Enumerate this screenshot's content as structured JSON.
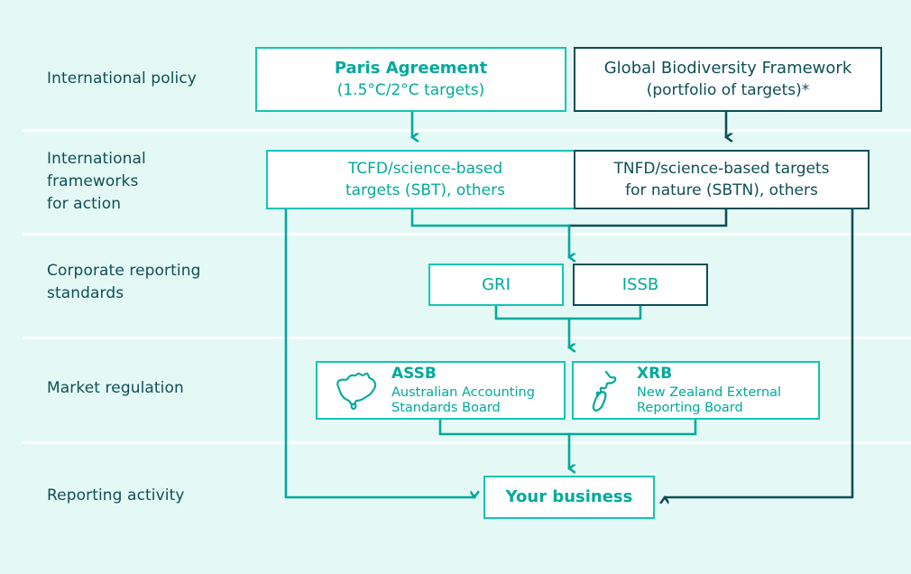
{
  "diagram": {
    "background": "#e4f9f5",
    "accent_teal": "#14c4b4",
    "accent_teal_dark": "#00a99d",
    "accent_navy": "#0d4f56",
    "rows": [
      {
        "id": "international-policy",
        "label": "International policy"
      },
      {
        "id": "international-frameworks",
        "label": "International\nframeworks\nfor action"
      },
      {
        "id": "corporate-reporting",
        "label": "Corporate reporting\nstandards"
      },
      {
        "id": "market-regulation",
        "label": "Market regulation"
      },
      {
        "id": "reporting-activity",
        "label": "Reporting activity"
      }
    ],
    "nodes": {
      "paris": {
        "title": "Paris Agreement",
        "subtitle": "(1.5°C/2°C targets)"
      },
      "gbf": {
        "title": "Global Biodiversity Framework",
        "subtitle": "(portfolio of targets)*"
      },
      "tcfd": {
        "line1": "TCFD/science-based",
        "line2": "targets (SBT), others"
      },
      "tnfd": {
        "line1": "TNFD/science-based targets",
        "line2": "for nature (SBTN), others"
      },
      "gri": {
        "title": "GRI"
      },
      "issb": {
        "title": "ISSB"
      },
      "assb": {
        "abbr": "ASSB",
        "name": "Australian Accounting\nStandards Board",
        "icon": "australia-map-icon"
      },
      "xrb": {
        "abbr": "XRB",
        "name": "New Zealand External\nReporting Board",
        "icon": "new-zealand-map-icon"
      },
      "business": {
        "title": "Your business"
      }
    }
  }
}
